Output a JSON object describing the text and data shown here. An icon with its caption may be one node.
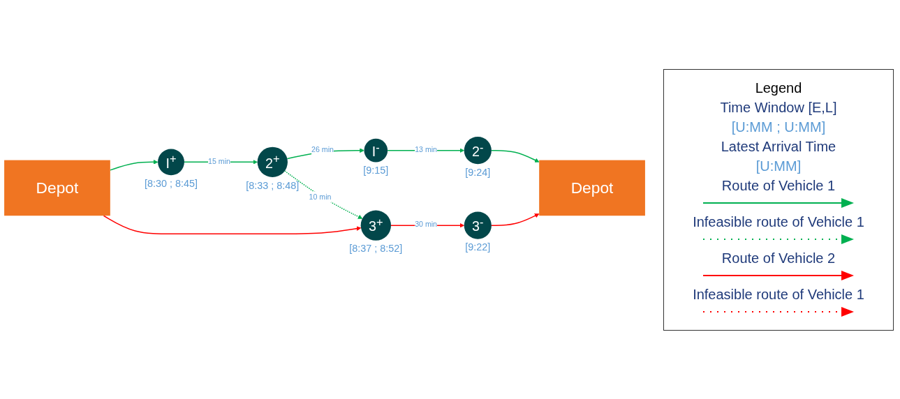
{
  "diagram": {
    "nodes": [
      {
        "text": [
          "Depot"
        ]
      },
      {
        "text": [
          "I$^{+}$"
        ],
        "beside": [
          "[8:30 ; 8:45]"
        ]
      },
      {
        "text": [
          "I$^{-}$"
        ],
        "beside": [
          "[9:15]"
        ]
      },
      {
        "text": [
          "2$^{+}$"
        ],
        "beside": [
          "[8:33 ; 8:48]"
        ]
      },
      {
        "text": [
          "2$^{-}$"
        ],
        "beside": [
          "[9:24]"
        ]
      },
      {
        "text": [
          "3$^{+}$"
        ],
        "beside": [
          "[8:37 ; 8:52]"
        ]
      },
      {
        "text": [
          "3$^{-}$"
        ],
        "beside": [
          "[9:22]"
        ]
      },
      {
        "text": [
          "Depot"
        ]
      }
    ],
    "edges": [
      {
        "from": 0,
        "to": 1,
        "arrow": "to"
      },
      {
        "from": 1,
        "to": 3,
        "arrow": "to",
        "label": "15 min"
      },
      {
        "from": 3,
        "to": 2,
        "arrow": "to",
        "label": "26 min"
      },
      {
        "from": 2,
        "to": 4,
        "arrow": "to",
        "label": "13 min"
      },
      {
        "from": 4,
        "to": 7,
        "arrow": "to"
      },
      {
        "from": 3,
        "to": 5,
        "arrow": "to",
        "label": "10 min",
        "style": "dashed"
      },
      {
        "from": 0,
        "to": 5,
        "arrow": "to",
        "color": "#ff0000"
      },
      {
        "from": 5,
        "to": 6,
        "arrow": "to",
        "label": "30 min",
        "color": "#ff0000"
      },
      {
        "from": 6,
        "to": 7,
        "arrow": "to",
        "color": "#ff0000"
      }
    ],
    "labels": [
      "Legend",
      "Time Window [E,L]",
      "[U:MM ; U:MM]",
      "Latest Arrival Time",
      "[U:MM]"
    ],
    "legend": [
      {
        "text": "Route of Vehicle 1"
      },
      {
        "text": "Infeasible route of Vehicle 1"
      },
      {
        "text": "Route of Vehicle 2"
      },
      {
        "text": "Infeasible route of Vehicle 1"
      }
    ]
  }
}
